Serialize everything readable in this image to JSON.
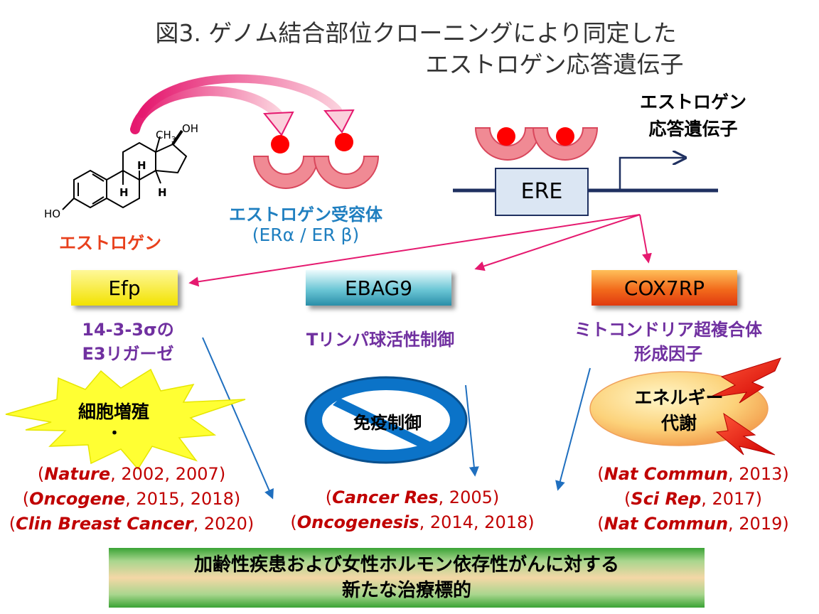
{
  "title": {
    "line1": "図3. ゲノム結合部位クローニングにより同定した",
    "line2": "エストロゲン応答遺伝子"
  },
  "molecule": {
    "ch3": "CH",
    "ch3_sub": "3",
    "oh_top": "OH",
    "ho_left": "HO",
    "h1": "H",
    "h2": "H",
    "h3": "H"
  },
  "estrogen_label": "エストロゲン",
  "receptor": {
    "label": "エストロゲン受容体",
    "sub": "(ERα / ER β)"
  },
  "ere_label": "ERE",
  "gene_label": {
    "line1": "エストロゲン",
    "line2": "応答遺伝子"
  },
  "genes": {
    "efp": {
      "name": "Efp",
      "desc_line1": "14-3-3σの",
      "desc_line2": "E3リガーゼ",
      "effect_line1": "細胞増殖",
      "effect_line2": "・",
      "refs": [
        {
          "journal": "Nature",
          "years": ", 2002, 2007)"
        },
        {
          "journal": "Oncogene",
          "years": ", 2015, 2018)"
        },
        {
          "journal": "Clin Breast Cancer",
          "years": ", 2020)"
        }
      ]
    },
    "ebag9": {
      "name": "EBAG9",
      "desc": "Tリンパ球活性制御",
      "effect": "免疫制御",
      "refs": [
        {
          "journal": "Cancer Res",
          "years": ", 2005)"
        },
        {
          "journal": "Oncogenesis",
          "years": ", 2014, 2018)"
        }
      ]
    },
    "cox7rp": {
      "name": "COX7RP",
      "desc_line1": "ミトコンドリア超複合体",
      "desc_line2": "形成因子",
      "effect_line1": "エネルギー",
      "effect_line2": "代謝",
      "refs": [
        {
          "journal": "Nat Commun",
          "years": ", 2013)"
        },
        {
          "journal": "Sci Rep",
          "years": ", 2017)"
        },
        {
          "journal": "Nat Commun",
          "years": ", 2019)"
        }
      ]
    }
  },
  "bottom": {
    "line1": "加齢性疾患および女性ホルモン依存性がんに対する",
    "line2": "新たな治療標的"
  },
  "colors": {
    "receptor_fill": "#f08a94",
    "ligand_red": "#ff0000",
    "accent_magenta": "#e5196f",
    "arrow_blue": "#1f6fbf",
    "dna_navy": "#1f3060"
  }
}
